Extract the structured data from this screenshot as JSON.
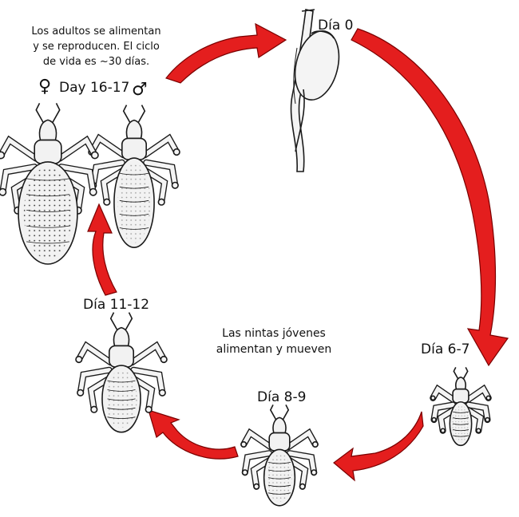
{
  "colors": {
    "arrow_fill": "#e41e1e",
    "arrow_stroke": "#7a0000",
    "ink": "#1a1a1a",
    "body_fill": "#f2f2f2"
  },
  "note_top": [
    "Los adultos se alimentan",
    "y se reproducen.  El ciclo",
    "de vida es ~30 días."
  ],
  "note_middle": [
    "Las nintas jóvenes",
    "alimentan y mueven"
  ],
  "stages": {
    "egg": "Día 0",
    "nymph1": "Día 6-7",
    "nymph2": "Día 8-9",
    "nymph3": "Día 11-12",
    "adult": "Day 16-17"
  },
  "symbols": {
    "female": "♀",
    "male": "♂"
  },
  "icons": [
    "egg-on-hair-icon",
    "louse-nymph-icon",
    "louse-adult-female-icon",
    "louse-adult-male-icon",
    "arrow-icon"
  ]
}
